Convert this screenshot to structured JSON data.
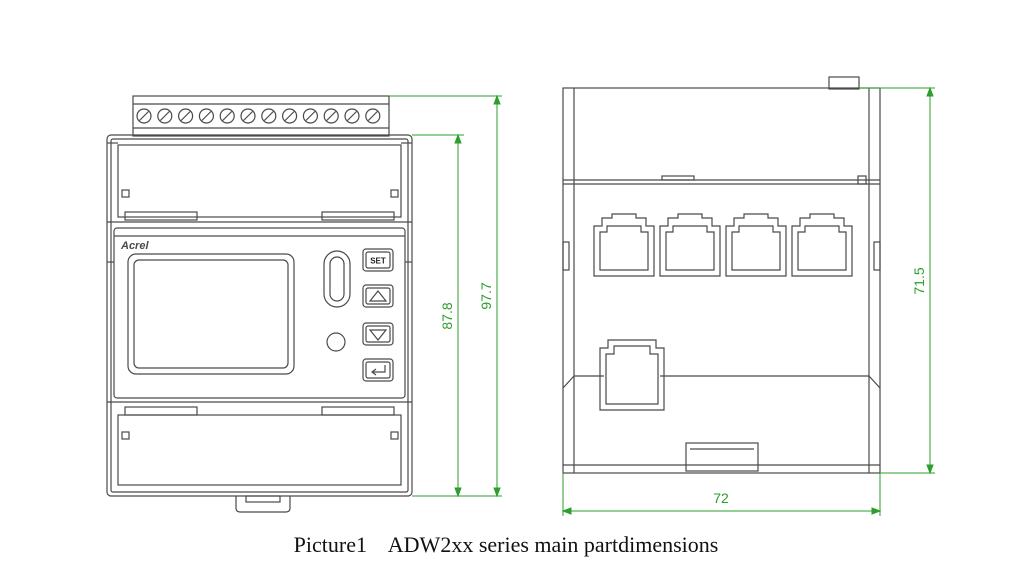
{
  "caption": {
    "label": "Picture1",
    "text": "ADW2xx series main partdimensions"
  },
  "front_view": {
    "brand_label": "Acrel",
    "set_button_label": "SET",
    "icons": [
      "up-arrow-icon",
      "down-arrow-icon",
      "enter-arrow-icon"
    ]
  },
  "dimensions": {
    "front_inner_height": "87.8",
    "front_total_height": "97.7",
    "side_height": "71.5",
    "side_width": "72"
  },
  "colors": {
    "outline": "#4a4a4a",
    "dimension": "#2e9e2e"
  }
}
